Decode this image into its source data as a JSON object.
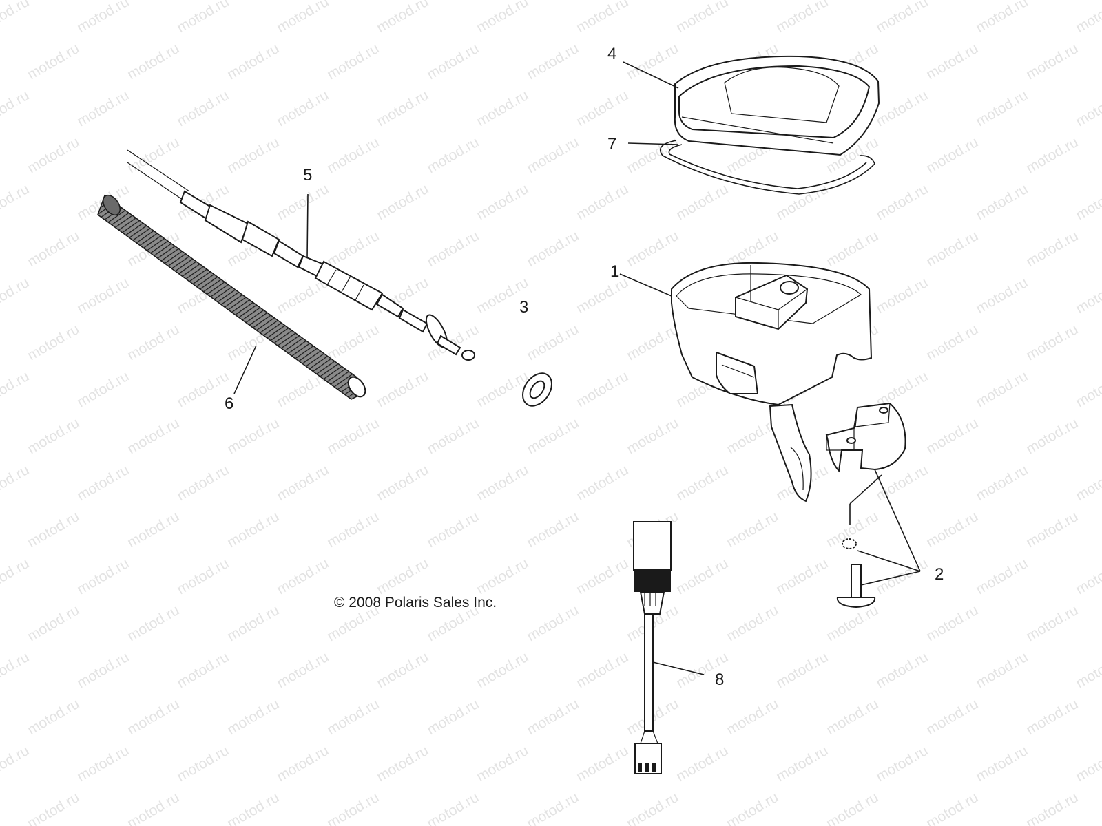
{
  "watermark": {
    "text": "motod.ru",
    "color": "#e3e3e3"
  },
  "copyright": "© 2008 Polaris Sales Inc.",
  "callouts": [
    "1",
    "2",
    "3",
    "4",
    "5",
    "6",
    "7",
    "8"
  ]
}
